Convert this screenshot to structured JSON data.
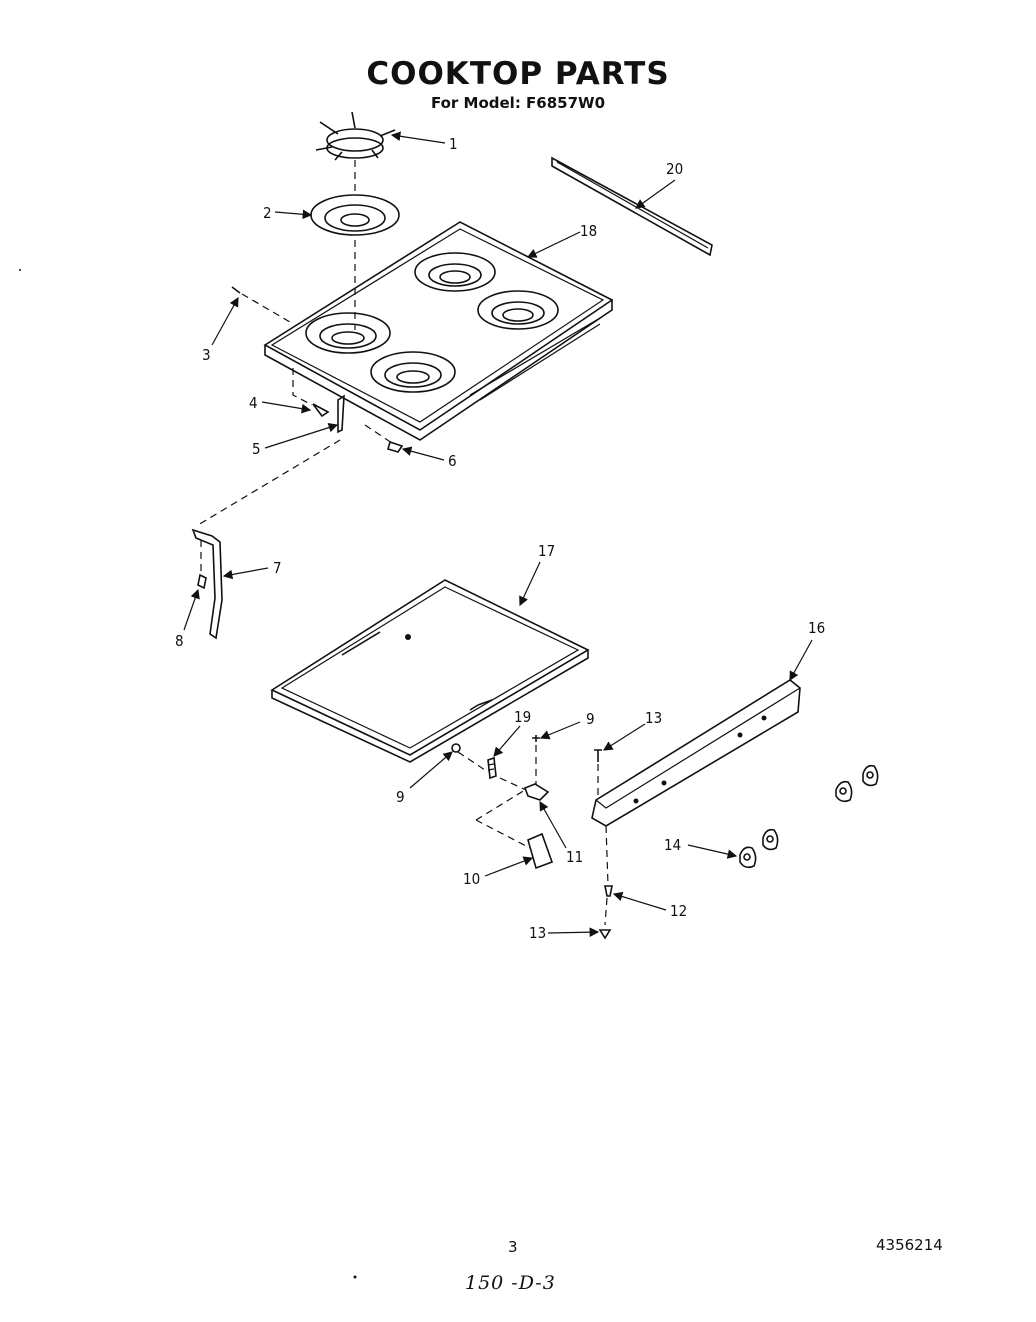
{
  "header": {
    "title": "COOKTOP PARTS",
    "subtitle": "For Model: F6857W0"
  },
  "footer": {
    "page_number": "3",
    "document_number": "4356214",
    "handwritten_note": "150 -D-3"
  },
  "callouts": {
    "c1": "1",
    "c2": "2",
    "c3": "3",
    "c4": "4",
    "c5": "5",
    "c6": "6",
    "c7": "7",
    "c8": "8",
    "c9a": "9",
    "c9b": "9",
    "c10": "10",
    "c11": "11",
    "c12": "12",
    "c13a": "13",
    "c13b": "13",
    "c14": "14",
    "c16": "16",
    "c17": "17",
    "c18": "18",
    "c19": "19",
    "c20": "20"
  }
}
